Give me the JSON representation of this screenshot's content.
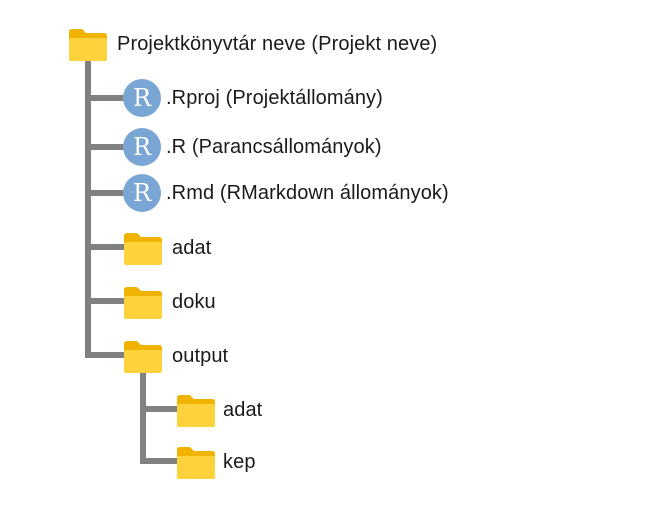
{
  "root": {
    "label": "Projektkönyvtár neve (Projekt neve)",
    "icon": "folder-icon"
  },
  "children": [
    {
      "label": ".Rproj (Projektállomány)",
      "icon": "r-file-icon",
      "glyph": "R"
    },
    {
      "label": ".R (Parancsállományok)",
      "icon": "r-file-icon",
      "glyph": "R"
    },
    {
      "label": ".Rmd (RMarkdown állományok)",
      "icon": "r-file-icon",
      "glyph": "R"
    },
    {
      "label": "adat",
      "icon": "folder-icon"
    },
    {
      "label": "doku",
      "icon": "folder-icon"
    },
    {
      "label": "output",
      "icon": "folder-icon",
      "children": [
        {
          "label": "adat",
          "icon": "folder-icon"
        },
        {
          "label": "kep",
          "icon": "folder-icon"
        }
      ]
    }
  ],
  "colors": {
    "line": "#808080",
    "folder_back": "#f0b400",
    "folder_front": "#fdd23c",
    "r_circle": "#7aa6d6",
    "text": "#1a1a1a"
  }
}
